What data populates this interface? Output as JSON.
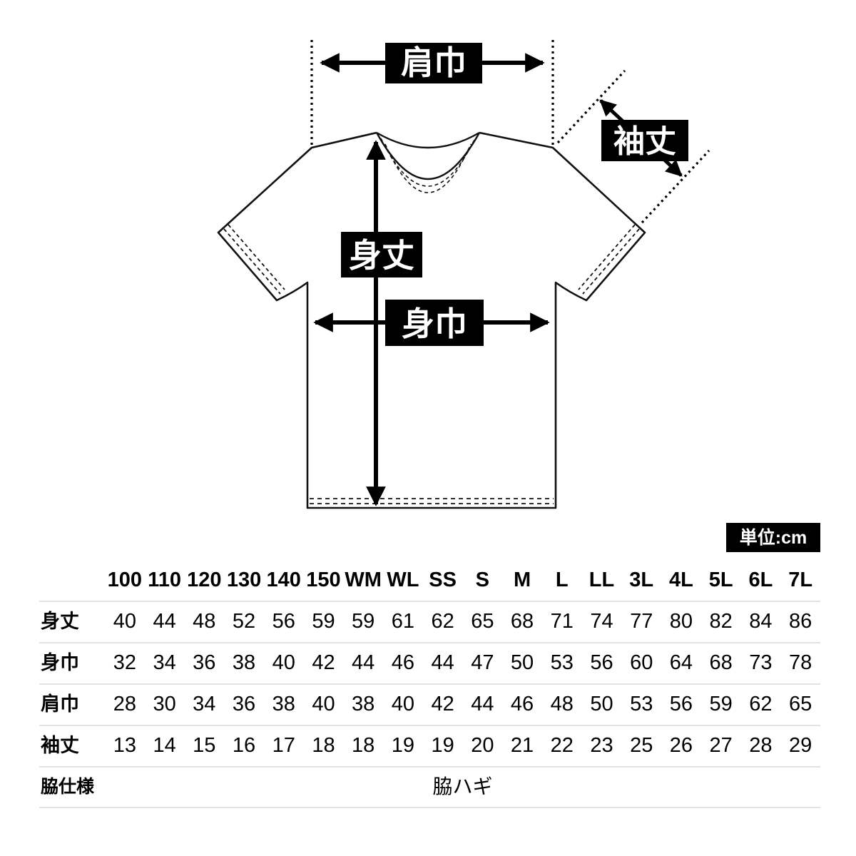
{
  "diagram": {
    "labels": {
      "shoulder_width": "肩巾",
      "sleeve_length": "袖丈",
      "body_length": "身丈",
      "body_width": "身巾"
    },
    "unit_label": "単位:cm",
    "colors": {
      "label_bg": "#000000",
      "label_text": "#ffffff",
      "line": "#000000",
      "table_rule": "#e2e2e2"
    }
  },
  "table": {
    "sizes": [
      "100",
      "110",
      "120",
      "130",
      "140",
      "150",
      "WM",
      "WL",
      "SS",
      "S",
      "M",
      "L",
      "LL",
      "3L",
      "4L",
      "5L",
      "6L",
      "7L"
    ],
    "rows": [
      {
        "label": "身丈",
        "values": [
          "40",
          "44",
          "48",
          "52",
          "56",
          "59",
          "59",
          "61",
          "62",
          "65",
          "68",
          "71",
          "74",
          "77",
          "80",
          "82",
          "84",
          "86"
        ]
      },
      {
        "label": "身巾",
        "values": [
          "32",
          "34",
          "36",
          "38",
          "40",
          "42",
          "44",
          "46",
          "44",
          "47",
          "50",
          "53",
          "56",
          "60",
          "64",
          "68",
          "73",
          "78"
        ]
      },
      {
        "label": "肩巾",
        "values": [
          "28",
          "30",
          "34",
          "36",
          "38",
          "40",
          "38",
          "40",
          "42",
          "44",
          "46",
          "48",
          "50",
          "53",
          "56",
          "59",
          "62",
          "65"
        ]
      },
      {
        "label": "袖丈",
        "values": [
          "13",
          "14",
          "15",
          "16",
          "17",
          "18",
          "18",
          "19",
          "19",
          "20",
          "21",
          "22",
          "23",
          "25",
          "26",
          "27",
          "28",
          "29"
        ]
      }
    ],
    "footer": {
      "label": "脇仕様",
      "value": "脇ハギ"
    }
  }
}
